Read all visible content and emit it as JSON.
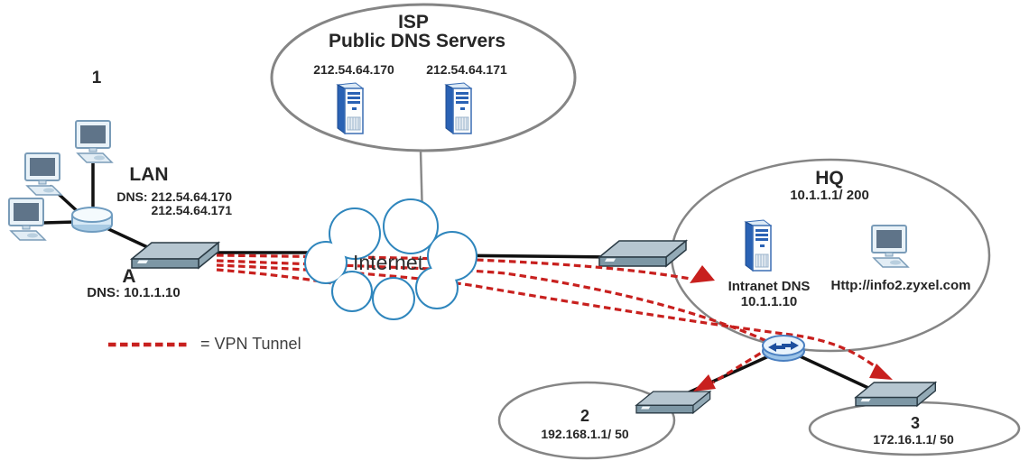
{
  "site1": {
    "number": "1",
    "lan_label": "LAN",
    "dns_line1": "DNS: 212.54.64.170",
    "dns_line2": "212.54.64.171",
    "gateway_label": "A",
    "gateway_dns": "DNS: 10.1.1.10"
  },
  "isp": {
    "title": "ISP",
    "subtitle": "Public DNS Servers",
    "server1_ip": "212.54.64.170",
    "server2_ip": "212.54.64.171"
  },
  "internet": {
    "label": "Internet"
  },
  "legend": {
    "label": "= VPN Tunnel"
  },
  "hq": {
    "title": "HQ",
    "ip": "10.1.1.1/ 200",
    "dns_name": "Intranet DNS",
    "dns_ip": "10.1.1.10",
    "web_server": "Http://info2.zyxel.com"
  },
  "branch2": {
    "number": "2",
    "ip": "192.168.1.1/ 50"
  },
  "branch3": {
    "number": "3",
    "ip": "172.16.1.1/ 50"
  },
  "colors": {
    "tunnel_red": "#c8201e",
    "ellipse_gray": "#858585",
    "cloud_blue": "#2f86bd"
  }
}
